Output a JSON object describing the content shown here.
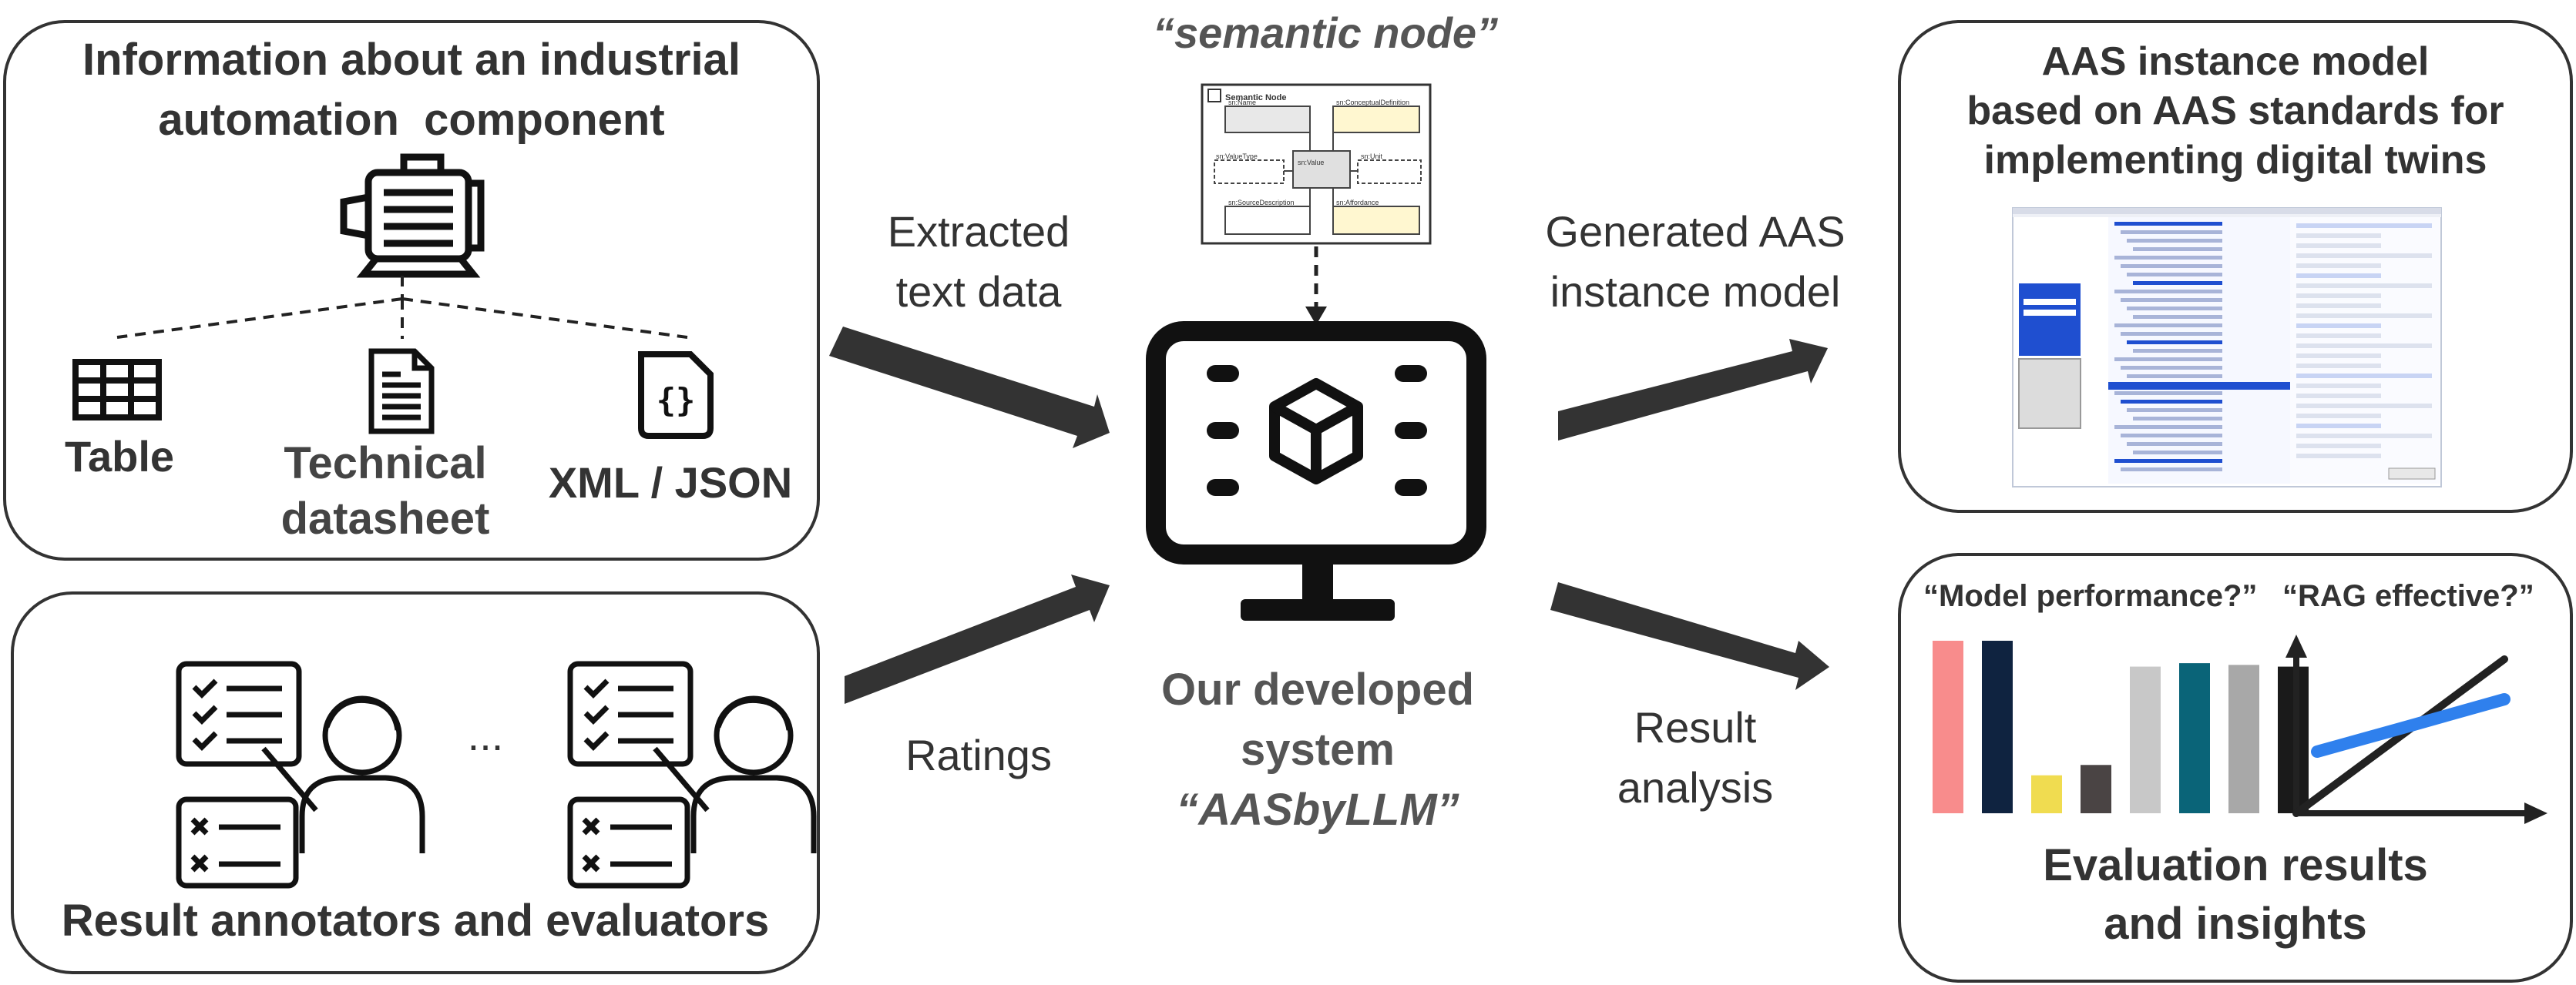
{
  "info_box": {
    "title_line1": "Information about an industrial",
    "title_line2": "automation  component",
    "table_label": "Table",
    "datasheet_line1": "Technical",
    "datasheet_line2": "datasheet",
    "xml_label": "XML / JSON"
  },
  "evaluators_box": {
    "title": "Result annotators and evaluators",
    "ellipsis": "..."
  },
  "flows": {
    "extracted_line1": "Extracted",
    "extracted_line2": "text data",
    "ratings": "Ratings",
    "generated_line1": "Generated AAS",
    "generated_line2": "instance model",
    "result_line1": "Result",
    "result_line2": "analysis"
  },
  "semantic_node": {
    "title": "“semantic node”",
    "header": "Semantic Node",
    "fields": [
      "sn:Name",
      "sn:ConceptualDefinition",
      "sn:ValueType",
      "sn:Value",
      "sn:Unit",
      "sn:SourceDescription",
      "sn:Affordance"
    ]
  },
  "system": {
    "line1": "Our developed",
    "line2": "system",
    "line3": "“AASbyLLM”"
  },
  "aas_box": {
    "title_line1": "AAS instance model",
    "title_line2": "based on AAS standards for",
    "title_line3": "implementing digital twins"
  },
  "eval_box": {
    "question1": "“Model performance?”",
    "question2": "“RAG effective?”",
    "title_line1": "Evaluation results",
    "title_line2": "and insights"
  },
  "chart_data": {
    "type": "bar",
    "values": [
      100,
      100,
      22,
      28,
      85,
      87,
      86,
      85
    ],
    "colors": [
      "#f88c8c",
      "#0f2340",
      "#f0dc50",
      "#4a4444",
      "#c8c8c8",
      "#0a6478",
      "#a8a8a8",
      "#1a1a1a"
    ],
    "ylim": [
      0,
      100
    ]
  },
  "line_chart": {
    "type": "line",
    "series": [
      {
        "values": [
          [
            0,
            0
          ],
          [
            1,
            1
          ]
        ],
        "color": "#222222"
      },
      {
        "values": [
          [
            0.1,
            0.4
          ],
          [
            0.5,
            0.55
          ],
          [
            1,
            0.74
          ]
        ],
        "color": "#2f80ed"
      }
    ]
  },
  "colors": {
    "stroke": "#333333",
    "arrow": "#333333",
    "accent_blue": "#2f80ed"
  }
}
